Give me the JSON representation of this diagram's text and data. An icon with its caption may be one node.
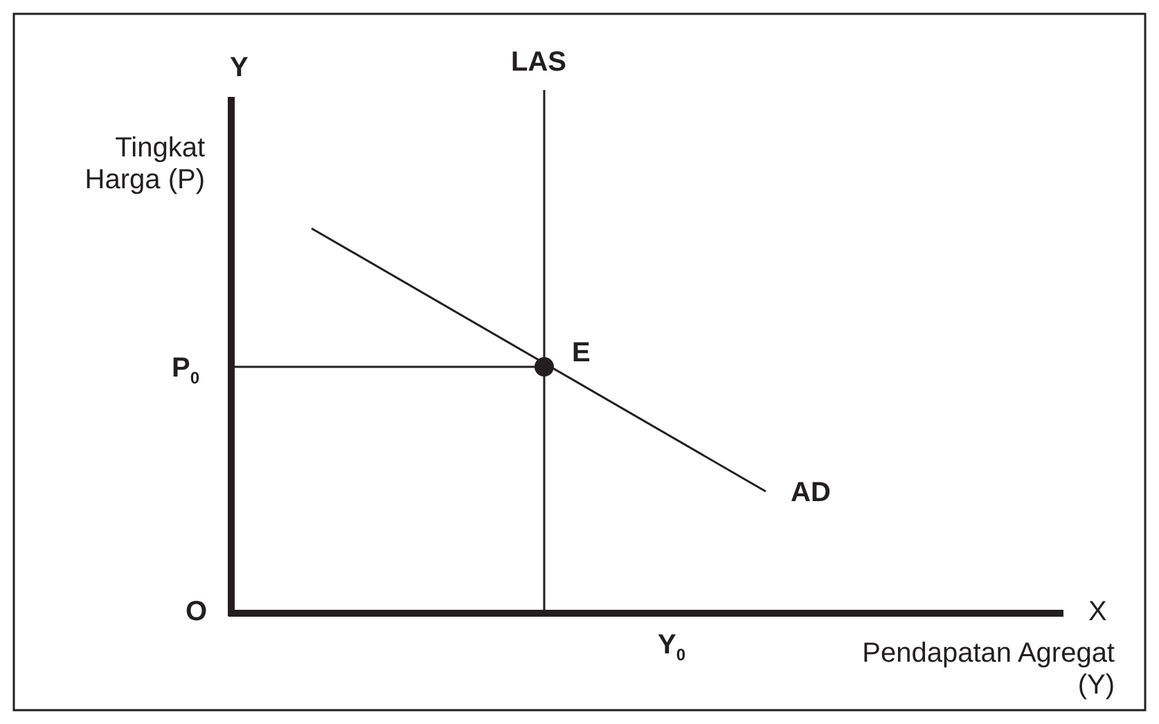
{
  "diagram": {
    "labels": [
      "Y",
      "LAS",
      "Tingkat Harga (P)",
      "P$_{0}$",
      "E",
      "AD",
      "O",
      "X",
      "Y$_{0}$",
      "Pendapatan Agregat (Y)"
    ]
  }
}
